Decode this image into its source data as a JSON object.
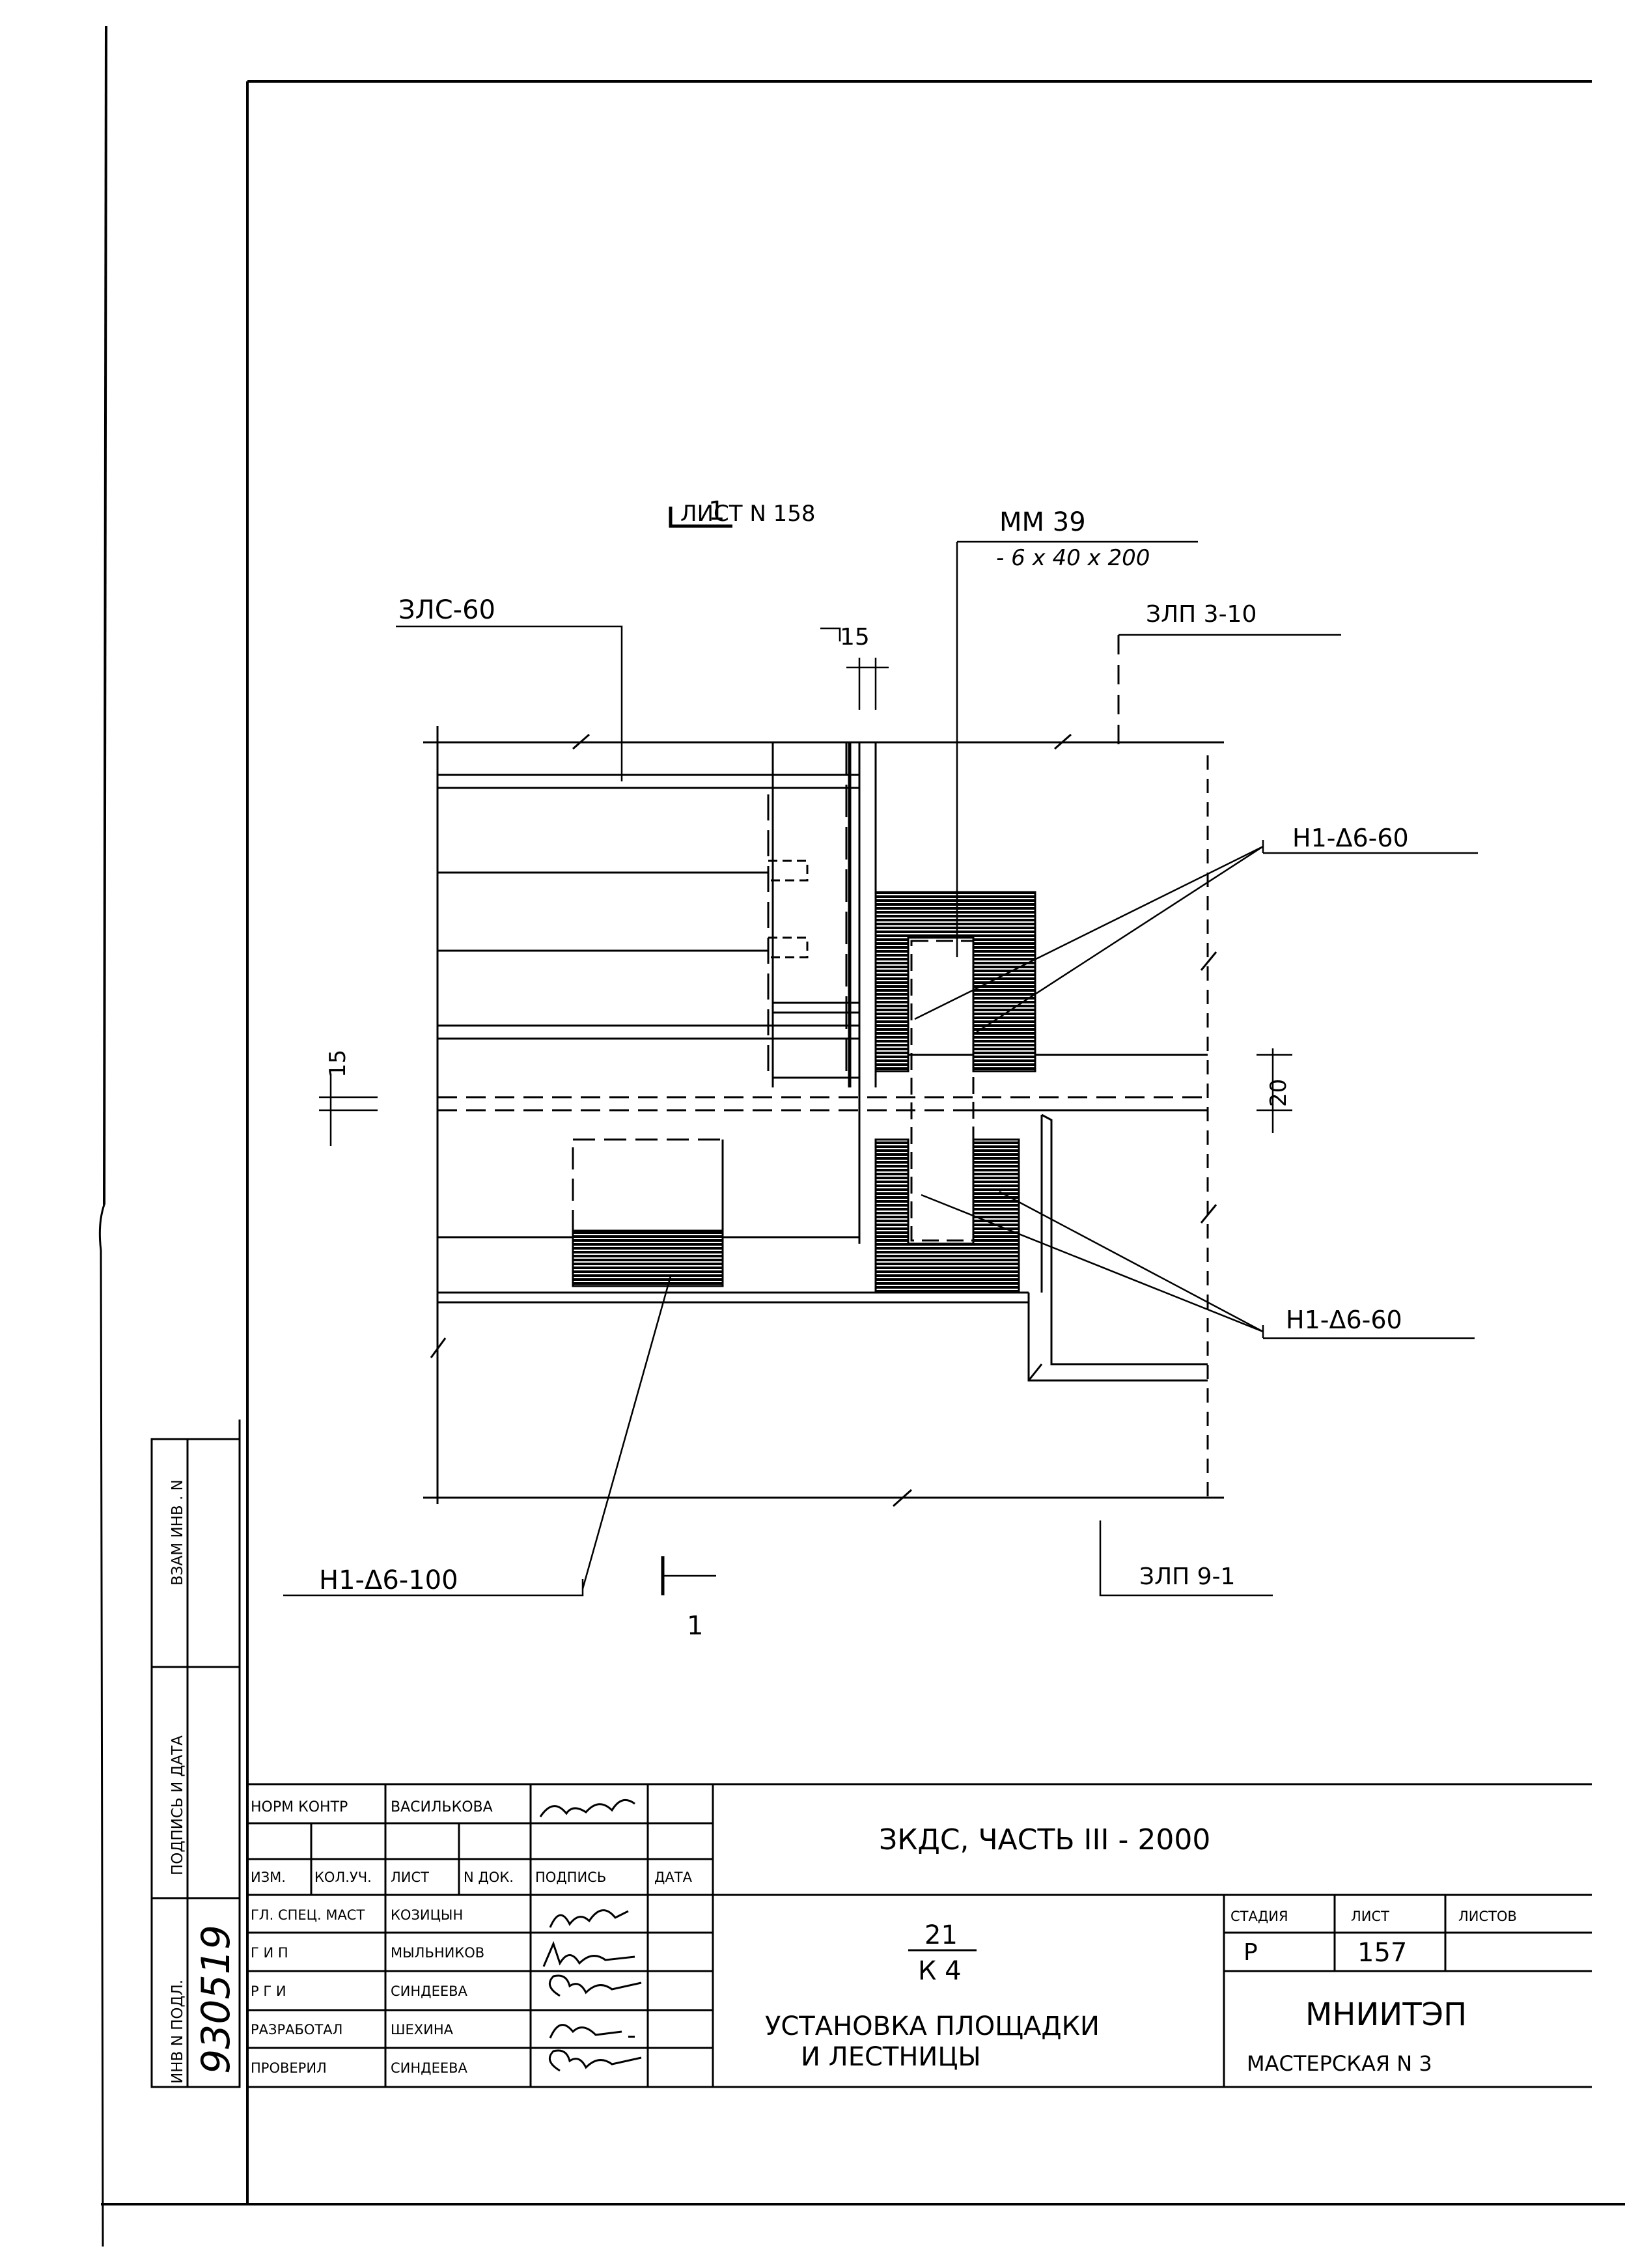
{
  "drawing": {
    "section_mark_top": {
      "number": "1",
      "reference": "ЛИСТ N 158"
    },
    "section_mark_bottom": {
      "number": "1"
    },
    "callouts": {
      "top_left": "ЗЛС-60",
      "mm39_name": "ММ 39",
      "mm39_size": "- 6 х 40 х 200",
      "top_right": "ЗЛП 3-10",
      "right_upper": "Н1-Δ6-60",
      "right_lower": "Н1-Δ6-60",
      "bottom_left": "Н1-Δ6-100",
      "bottom_right": "ЗЛП 9-1"
    },
    "dimensions": {
      "gap_top": "15",
      "gap_left": "15",
      "gap_right": "20"
    }
  },
  "side_stamp": {
    "vzam_inv": "ВЗАМ ИНВ . N",
    "podpis_data": "ПОДПИСЬ И ДАТА",
    "inv_podl": "ИНВ N ПОДЛ.",
    "inv_number": "930519"
  },
  "title_block": {
    "norm_kontr_label": "НОРМ КОНТР",
    "norm_kontr_name": "ВАСИЛЬКОВА",
    "headers": [
      "ИЗМ.",
      "КОЛ.УЧ.",
      "ЛИСТ",
      "N ДОК.",
      "ПОДПИСЬ",
      "ДАТА"
    ],
    "roles": [
      {
        "role": "ГЛ. СПЕЦ. МАСТ",
        "name": "КОЗИЦЫН"
      },
      {
        "role": "Г И П",
        "name": "МЫЛЬНИКОВ"
      },
      {
        "role": "Р Г И",
        "name": "СИНДЕЕВА"
      },
      {
        "role": "РАЗРАБОТАЛ",
        "name": "ШЕХИНА"
      },
      {
        "role": "ПРОВЕРИЛ",
        "name": "СИНДЕЕВА"
      }
    ],
    "project": "ЗКДС, ЧАСТЬ III - 2000",
    "code_top": "21",
    "code_bottom": "К 4",
    "sheet_title_1": "УСТАНОВКА ПЛОЩАДКИ",
    "sheet_title_2": "И ЛЕСТНИЦЫ",
    "stage_label": "СТАДИЯ",
    "sheet_label": "ЛИСТ",
    "sheets_label": "ЛИСТОВ",
    "stage_value": "Р",
    "sheet_value": "157",
    "org": "МНИИТЭП",
    "workshop": "МАСТЕРСКАЯ N 3"
  }
}
